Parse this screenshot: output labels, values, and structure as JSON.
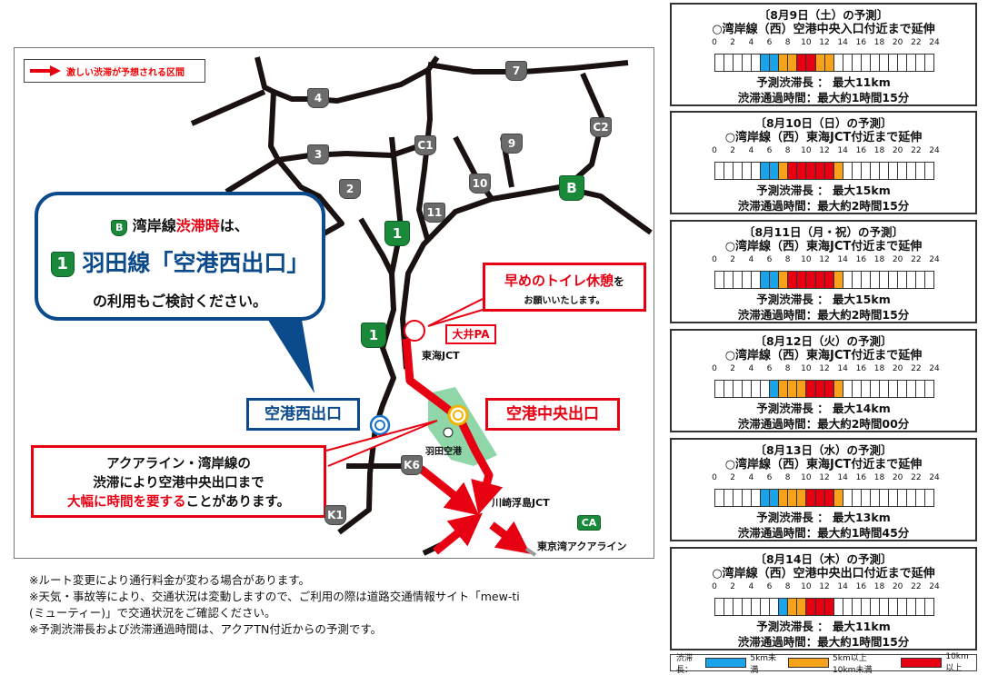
{
  "map": {
    "legend": "激しい渋滞が予想される区間",
    "bubble": {
      "badge_b": "B",
      "line1_a": "湾岸線",
      "line1_b": "渋滞時",
      "line1_c": "は、",
      "badge_1": "1",
      "line2": "羽田線「空港西出口」",
      "line3": "の利用もご検討ください。"
    },
    "toilet": {
      "main": "早めのトイレ休憩",
      "suffix": "を",
      "sub": "お願いいたします。"
    },
    "ooi_pa": "大井PA",
    "tokai_jct": "東海JCT",
    "airport_central_exit": "空港中央出口",
    "airport_west_exit": "空港西出口",
    "haneda": "羽田空港",
    "kawasaki_jct": "川崎浮島JCT",
    "aqualine": "東京湾アクアライン",
    "ca_badge": "CA",
    "warning": {
      "line1": "アクアライン・湾岸線の",
      "line2": "渋滞により空港中央出口まで",
      "line3_red": "大幅に時間を要する",
      "line3_black": "ことがあります。"
    },
    "shields": [
      "7",
      "4",
      "3",
      "2",
      "C1",
      "9",
      "C2",
      "10",
      "11",
      "1",
      "1",
      "K6",
      "K1",
      "B"
    ]
  },
  "notes": [
    "※ルート変更により通行料金が変わる場合があります。",
    "※天気・事故等により、交通状況は変動しますので、ご利用の際は道路交通情報サイト「mew-ti",
    "(ミューティー)」で交通状況をご確認ください。",
    "※予測渋滞長および渋滞通過時間は、アクアTN付近からの予測です。"
  ],
  "colors": {
    "none": "#ffffff",
    "under5": "#1aa3e8",
    "5to10": "#f7a21b",
    "over10": "#e60012",
    "blue": "#0b4a8b"
  },
  "hour_labels": [
    "0",
    "2",
    "4",
    "6",
    "8",
    "10",
    "12",
    "14",
    "16",
    "18",
    "20",
    "22",
    "24"
  ],
  "days": [
    {
      "title": "〔8月9日（土）の予測〕",
      "sub": "○湾岸線（西）空港中央入口付近まで延伸",
      "len": "予測渋滞長 ：  最大11km",
      "time": "渋滞通過時間：最大約1時間15分",
      "cells": [
        0,
        0,
        0,
        0,
        0,
        1,
        1,
        2,
        2,
        3,
        3,
        2,
        2,
        0,
        0,
        0,
        0,
        0,
        0,
        0,
        0,
        0,
        0,
        0
      ]
    },
    {
      "title": "〔8月10日（日）の予測〕",
      "sub": "○湾岸線（西）東海JCT付近まで延伸",
      "len": "予測渋滞長 ：  最大15km",
      "time": "渋滞通過時間：最大約2時間15分",
      "cells": [
        0,
        0,
        0,
        0,
        0,
        1,
        1,
        2,
        3,
        3,
        3,
        3,
        3,
        2,
        0,
        0,
        0,
        0,
        0,
        0,
        0,
        0,
        0,
        0
      ]
    },
    {
      "title": "〔8月11日（月・祝）の予測〕",
      "sub": "○湾岸線（西）東海JCT付近まで延伸",
      "len": "予測渋滞長 ：  最大15km",
      "time": "渋滞通過時間：最大約2時間15分",
      "cells": [
        0,
        0,
        0,
        0,
        0,
        1,
        1,
        2,
        3,
        3,
        3,
        3,
        3,
        2,
        0,
        0,
        0,
        0,
        0,
        0,
        0,
        0,
        0,
        0
      ]
    },
    {
      "title": "〔8月12日（火）の予測〕",
      "sub": "○湾岸線（西）東海JCT付近まで延伸",
      "len": "予測渋滞長 ：  最大14km",
      "time": "渋滞通過時間：最大約2時間00分",
      "cells": [
        0,
        0,
        0,
        0,
        0,
        0,
        1,
        2,
        2,
        2,
        3,
        3,
        3,
        2,
        0,
        0,
        0,
        0,
        0,
        0,
        0,
        0,
        0,
        0
      ]
    },
    {
      "title": "〔8月13日（水）の予測〕",
      "sub": "○湾岸線（西）東海JCT付近まで延伸",
      "len": "予測渋滞長 ：  最大13km",
      "time": "渋滞通過時間：最大約1時間45分",
      "cells": [
        0,
        0,
        0,
        0,
        0,
        1,
        1,
        2,
        2,
        2,
        3,
        3,
        3,
        2,
        0,
        0,
        0,
        0,
        0,
        0,
        0,
        0,
        0,
        0
      ]
    },
    {
      "title": "〔8月14日（木）の予測〕",
      "sub": "○湾岸線（西）空港中央出口付近まで延伸",
      "len": "予測渋滞長 ：  最大11km",
      "time": "渋滞通過時間：最大約1時間15分",
      "cells": [
        0,
        0,
        0,
        0,
        0,
        0,
        0,
        1,
        2,
        2,
        3,
        3,
        3,
        0,
        0,
        0,
        0,
        0,
        0,
        0,
        0,
        0,
        0,
        0
      ]
    }
  ],
  "legend": {
    "label": "渋滞長：",
    "under5": "5km未満",
    "5to10": "5km以上10km未満",
    "over10": "10km以上"
  }
}
